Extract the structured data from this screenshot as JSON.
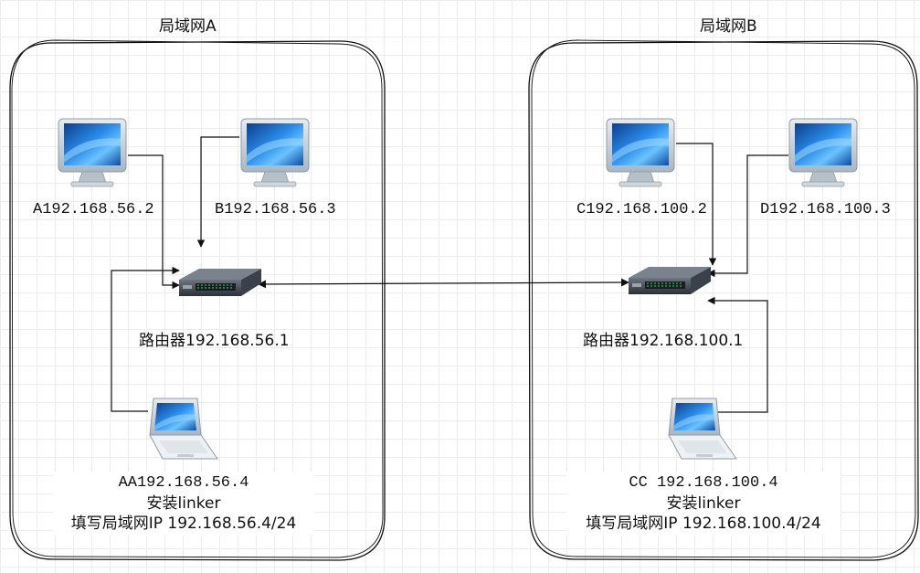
{
  "lan_a": {
    "title": "局域网A",
    "host_a": "A192.168.56.2",
    "host_b": "B192.168.56.3",
    "router": "路由器192.168.56.1",
    "laptop": {
      "line1": "AA192.168.56.4",
      "line2": "安装linker",
      "line3": "填写局域网IP 192.168.56.4/24"
    }
  },
  "lan_b": {
    "title": "局域网B",
    "host_c": "C192.168.100.2",
    "host_d": "D192.168.100.3",
    "router": "路由器192.168.100.1",
    "laptop": {
      "line1": "CC 192.168.100.4",
      "line2": "安装linker",
      "line3": "填写局域网IP 192.168.100.4/24"
    }
  },
  "colors": {
    "line": "#111111",
    "screen": "#1e6fd0",
    "bezel": "#c8d2da"
  }
}
